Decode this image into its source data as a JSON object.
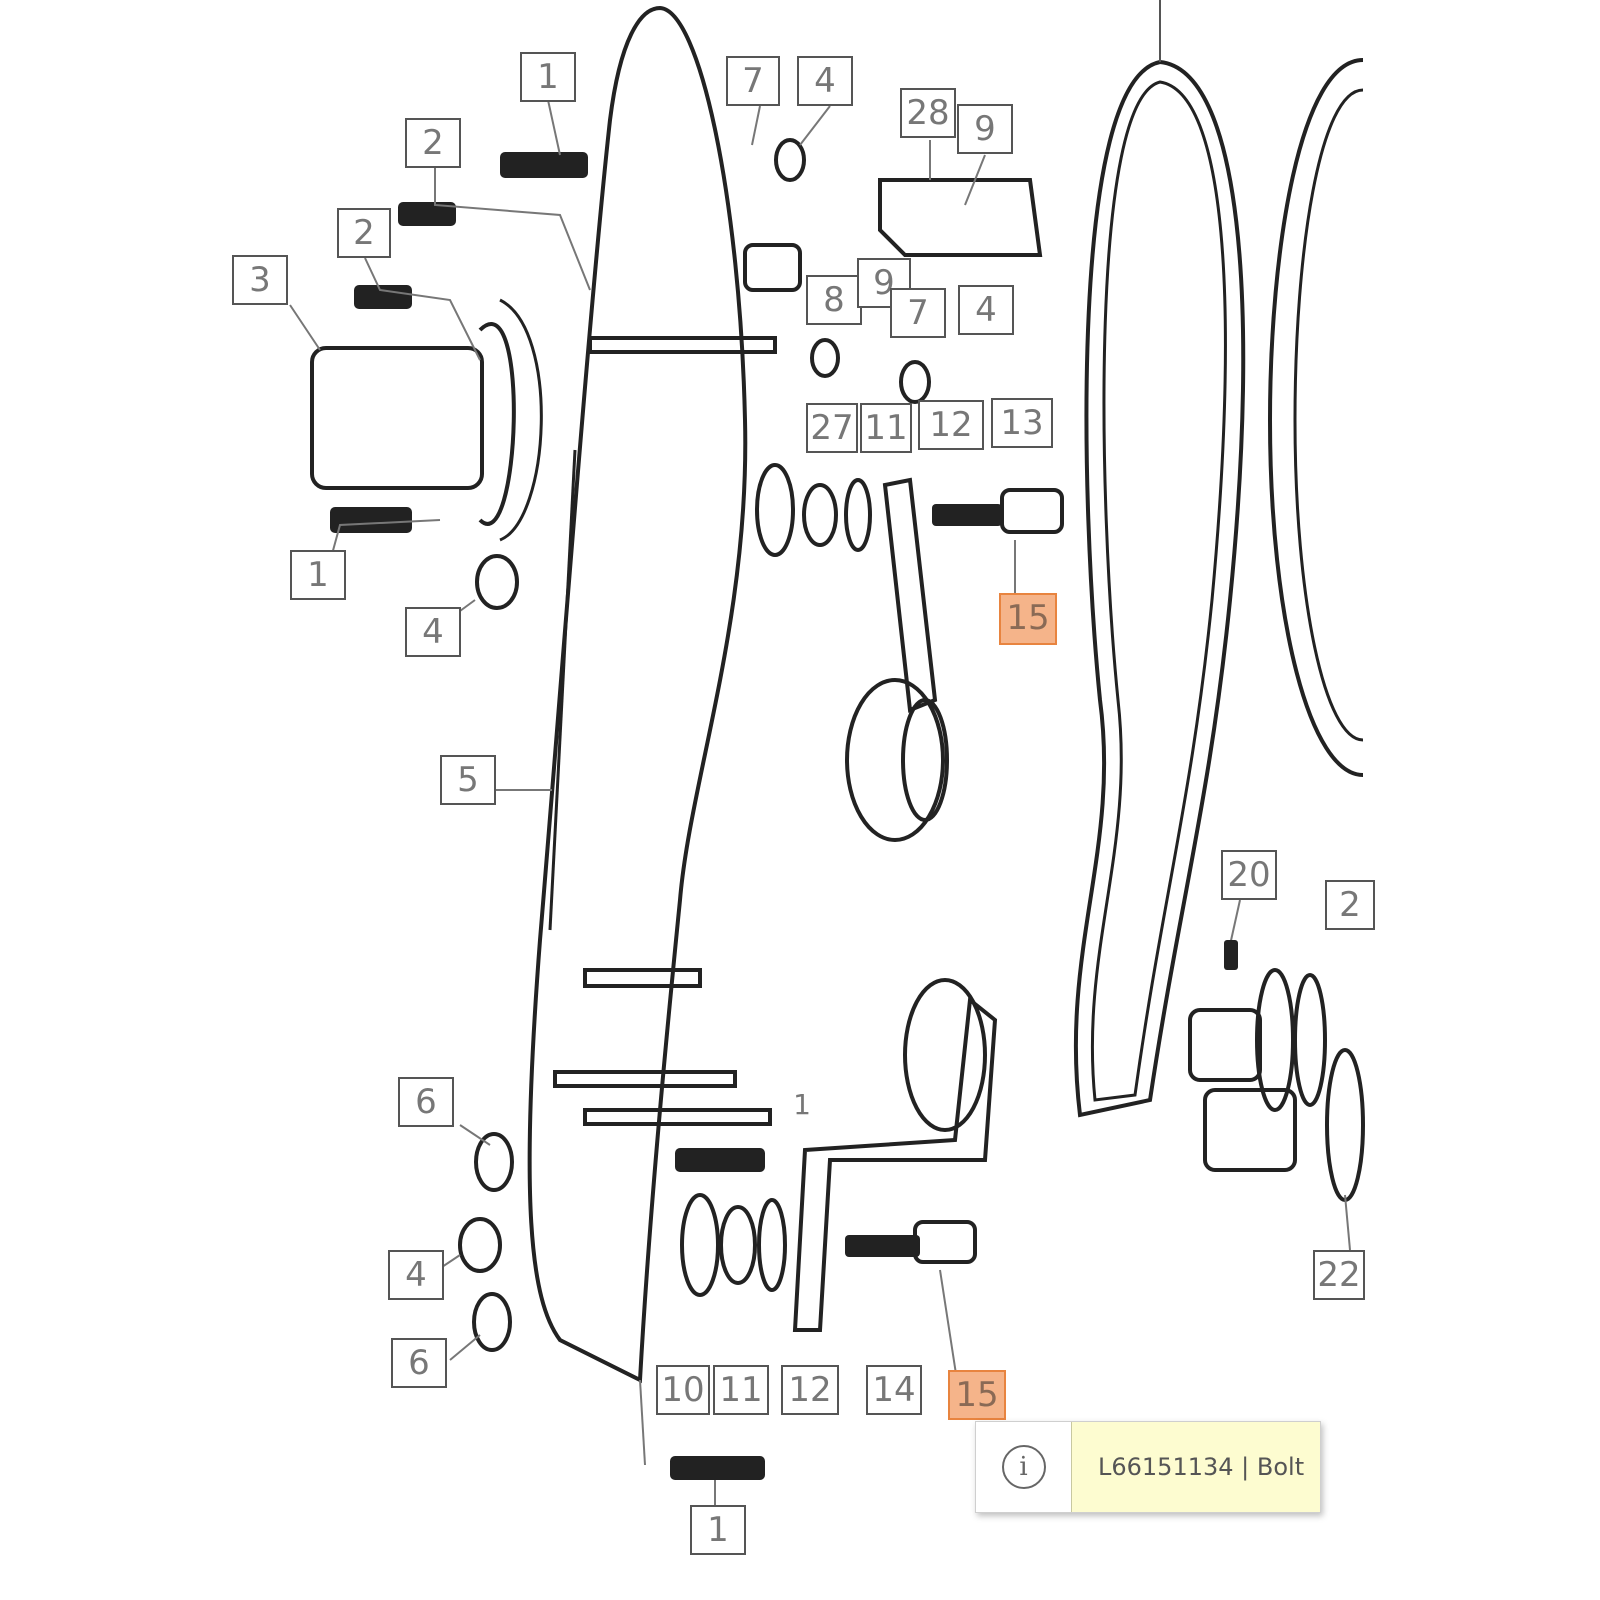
{
  "callouts": [
    "1",
    "7",
    "4",
    "2",
    "28",
    "9",
    "2",
    "3",
    "8",
    "9",
    "7",
    "4",
    "27",
    "11",
    "12",
    "13",
    "1",
    "15",
    "4",
    "5",
    "20",
    "2",
    "1",
    "6",
    "4",
    "6",
    "10",
    "11",
    "12",
    "14",
    "15",
    "22",
    "1"
  ],
  "highlighted_part": "15",
  "tooltip": {
    "icon": "info-icon",
    "icon_glyph": "i",
    "text": "L66151134 | Bolt"
  },
  "colors": {
    "highlight": "#f5b48a",
    "highlight_border": "#e8843f",
    "tooltip_bg": "#fdfcd0"
  }
}
